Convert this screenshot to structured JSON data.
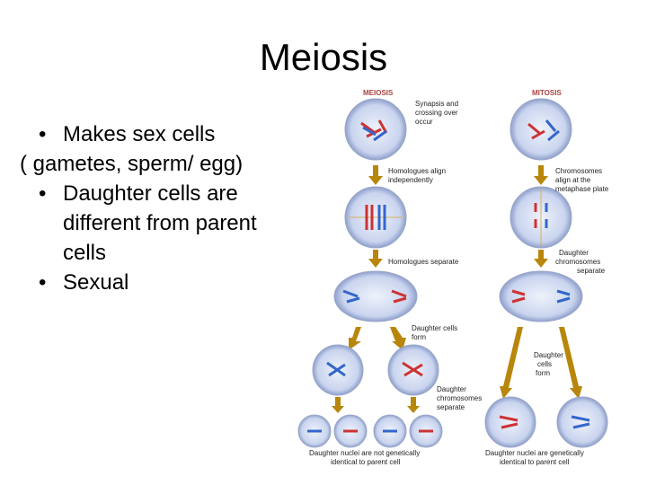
{
  "slide": {
    "title": "Meiosis",
    "bullets": [
      "Makes sex cells",
      "( gametes, sperm/ egg)",
      "Daughter cells are",
      "different from parent",
      "cells",
      "Sexual"
    ]
  },
  "diagram": {
    "meiosis_header": "MEIOSIS",
    "mitosis_header": "MITOSIS",
    "labels": {
      "synapsis": [
        "Synapsis and",
        "crossing over",
        "occur"
      ],
      "homologues_align": [
        "Homologues align",
        "independently"
      ],
      "chromosomes_align": [
        "Chromosomes",
        "align at the",
        "metaphase plate"
      ],
      "homologues_separate": [
        "Homologues separate"
      ],
      "daughter_chromosomes_separate_mitosis": [
        "Daughter",
        "chromosomes",
        "separate"
      ],
      "daughter_cells_form_meiosis": [
        "Daughter cells",
        "form"
      ],
      "daughter_cells_form_mitosis": [
        "Daughter",
        "cells",
        "form"
      ],
      "daughter_chromosomes_separate_meiosis": [
        "Daughter",
        "chromosomes",
        "separate"
      ],
      "not_identical": [
        "Daughter nuclei are not genetically",
        "identical to parent cell"
      ],
      "identical": [
        "Daughter nuclei are genetically",
        "identical to parent cell"
      ]
    }
  }
}
